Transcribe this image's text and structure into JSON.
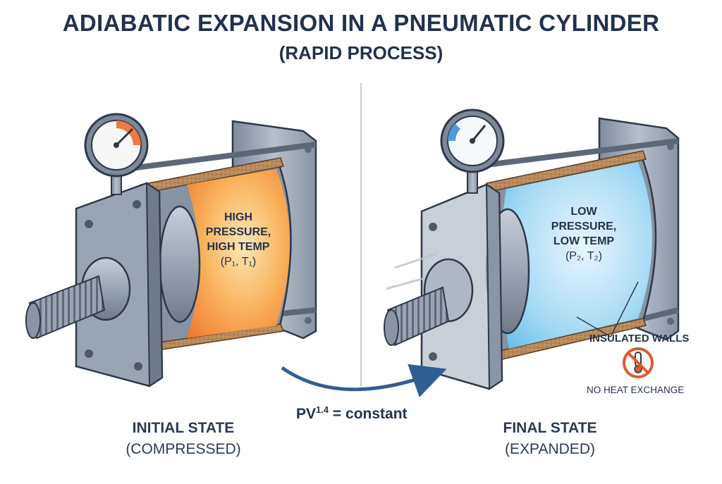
{
  "title": "ADIABATIC EXPANSION IN A PNEUMATIC CYLINDER",
  "subtitle": "(RAPID PROCESS)",
  "left": {
    "gas_line1": "HIGH",
    "gas_line2": "PRESSURE,",
    "gas_line3": "HIGH TEMP",
    "gas_vars": "(P₁, T₁)",
    "state_title": "INITIAL STATE",
    "state_sub": "(COMPRESSED)",
    "gas_color": "#f7a24a"
  },
  "right": {
    "gas_line1": "LOW",
    "gas_line2": "PRESSURE,",
    "gas_line3": "LOW TEMP",
    "gas_vars": "(P₂, T₂)",
    "state_title": "FINAL STATE",
    "state_sub": "(EXPANDED)",
    "gas_color": "#8fd0f2"
  },
  "process": {
    "equation_base": "PV",
    "equation_exponent": "1.4",
    "equation_rest": " = constant"
  },
  "annotations": {
    "insulated": "INSULATED WALLS",
    "no_heat": "NO HEAT EXCHANGE",
    "no_heat_icon": "no-heat-thermometer-icon"
  }
}
